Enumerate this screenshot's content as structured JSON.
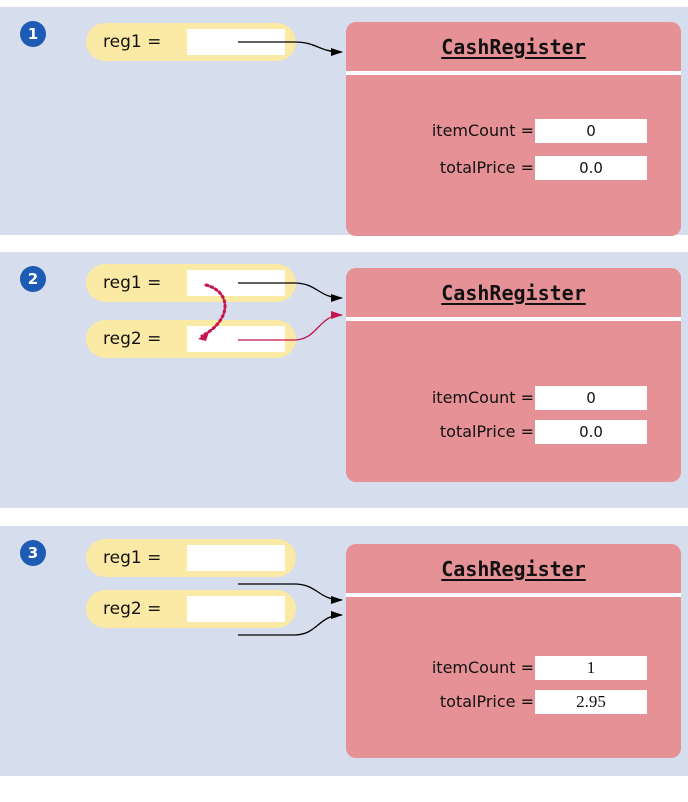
{
  "colors": {
    "panel_bg": "#d6ddec",
    "step_badge": "#1e5bb4",
    "variable_bubble": "#fbe9a6",
    "object_fill": "#e69196",
    "reference_arrow": "#000000",
    "copy_arrow": "#c4154c"
  },
  "steps": [
    {
      "number": "1",
      "variables": [
        {
          "label": "reg1 ="
        }
      ],
      "object": {
        "title": "CashRegister",
        "fields": [
          {
            "label": "itemCount =",
            "value": "0"
          },
          {
            "label": "totalPrice =",
            "value": "0.0"
          }
        ]
      }
    },
    {
      "number": "2",
      "variables": [
        {
          "label": "reg1 ="
        },
        {
          "label": "reg2 ="
        }
      ],
      "object": {
        "title": "CashRegister",
        "fields": [
          {
            "label": "itemCount =",
            "value": "0"
          },
          {
            "label": "totalPrice =",
            "value": "0.0"
          }
        ]
      }
    },
    {
      "number": "3",
      "variables": [
        {
          "label": "reg1 ="
        },
        {
          "label": "reg2 ="
        }
      ],
      "object": {
        "title": "CashRegister",
        "fields": [
          {
            "label": "itemCount =",
            "value": "1"
          },
          {
            "label": "totalPrice =",
            "value": "2.95"
          }
        ]
      }
    }
  ]
}
